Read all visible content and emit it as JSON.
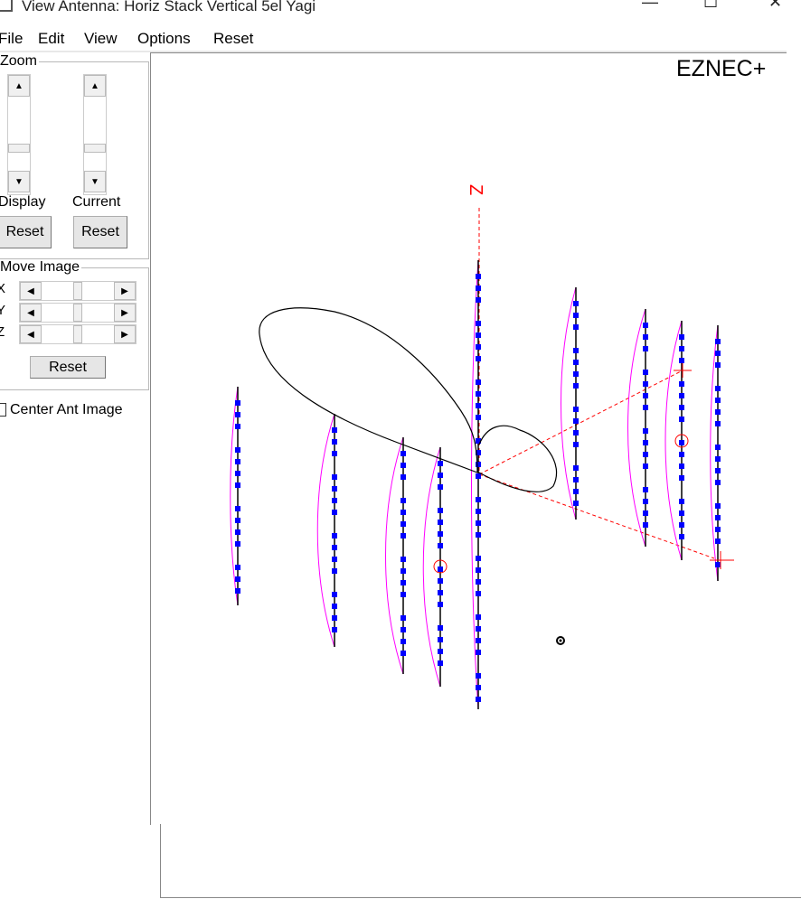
{
  "window": {
    "title": "View Antenna: Horiz Stack Vertical 5el Yagi",
    "minimize": "—",
    "maximize": "☐",
    "close": "✕"
  },
  "menu": [
    "File",
    "Edit",
    "View",
    "Options",
    "Reset"
  ],
  "zoom": {
    "label": "Zoom",
    "display_label": "Display",
    "current_label": "Current",
    "reset_display": "Reset",
    "reset_current": "Reset"
  },
  "move_image": {
    "label": "Move Image",
    "axes": [
      "X",
      "Y",
      "Z"
    ],
    "reset": "Reset"
  },
  "center_ant_image": {
    "label": "Center Ant Image",
    "checked": false
  },
  "view": {
    "brand": "EZNEC+",
    "z_axis_label": "Z"
  },
  "colors": {
    "wire": "#000000",
    "segment": "#0000ff",
    "current": "#ff00ff",
    "axis": "#ff0000",
    "pattern": "#000000"
  }
}
